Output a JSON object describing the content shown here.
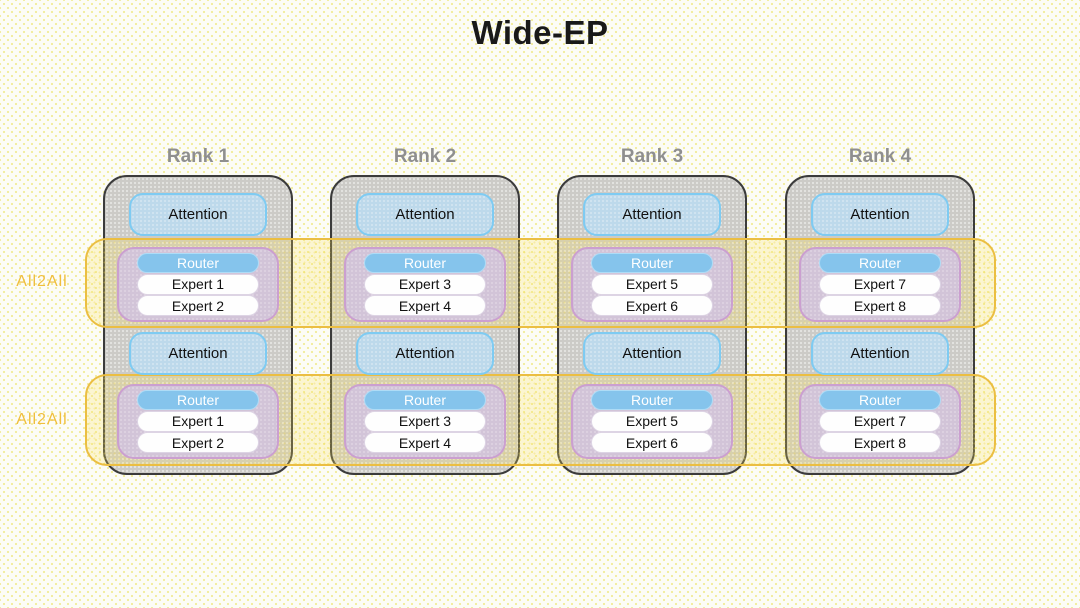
{
  "title": "Wide-EP",
  "bands": [
    {
      "label": "All2All"
    },
    {
      "label": "All2All"
    }
  ],
  "ranks": [
    {
      "label": "Rank 1",
      "layers": [
        {
          "attention": "Attention",
          "router": "Router",
          "experts": [
            "Expert 1",
            "Expert 2"
          ]
        },
        {
          "attention": "Attention",
          "router": "Router",
          "experts": [
            "Expert 1",
            "Expert 2"
          ]
        }
      ]
    },
    {
      "label": "Rank 2",
      "layers": [
        {
          "attention": "Attention",
          "router": "Router",
          "experts": [
            "Expert 3",
            "Expert 4"
          ]
        },
        {
          "attention": "Attention",
          "router": "Router",
          "experts": [
            "Expert 3",
            "Expert 4"
          ]
        }
      ]
    },
    {
      "label": "Rank 3",
      "layers": [
        {
          "attention": "Attention",
          "router": "Router",
          "experts": [
            "Expert 5",
            "Expert 6"
          ]
        },
        {
          "attention": "Attention",
          "router": "Router",
          "experts": [
            "Expert 5",
            "Expert 6"
          ]
        }
      ]
    },
    {
      "label": "Rank 4",
      "layers": [
        {
          "attention": "Attention",
          "router": "Router",
          "experts": [
            "Expert 7",
            "Expert 8"
          ]
        },
        {
          "attention": "Attention",
          "router": "Router",
          "experts": [
            "Expert 7",
            "Expert 8"
          ]
        }
      ]
    }
  ],
  "colors": {
    "rank_fill": "#CCCBC7",
    "rank_border": "#3B3B3B",
    "rank_label_text": "#8F8F8F",
    "attention_fill": "#BDD9EB",
    "attention_border": "#7ECBF2",
    "moe_group_fill": "#D2C4D8",
    "moe_group_border": "#CB9FD0",
    "router_fill": "#85C4EC",
    "router_border": "#AEDCF6",
    "router_text": "#FFFFFF",
    "expert_fill": "#FEFEFE",
    "expert_border": "#DDD4E4",
    "band_border": "#EBBE42",
    "band_fill_tint": "#FAE05C",
    "all2all_text": "#F0BE3C",
    "title_text": "#191919",
    "background": "#FCFCF6"
  }
}
